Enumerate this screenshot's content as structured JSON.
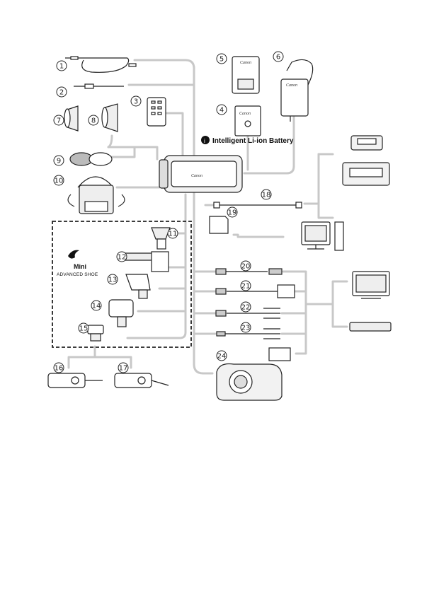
{
  "diagram": {
    "battery_label": "Intelligent Li-ion Battery",
    "mini_shoe": {
      "title": "Mini",
      "subtitle": "ADVANCED SHOE"
    },
    "brand_text": "Canon",
    "numbers": [
      "1",
      "2",
      "3",
      "4",
      "5",
      "6",
      "7",
      "8",
      "9",
      "10",
      "11",
      "12",
      "13",
      "14",
      "15",
      "16",
      "17",
      "18",
      "19",
      "20",
      "21",
      "22",
      "23",
      "24"
    ]
  }
}
